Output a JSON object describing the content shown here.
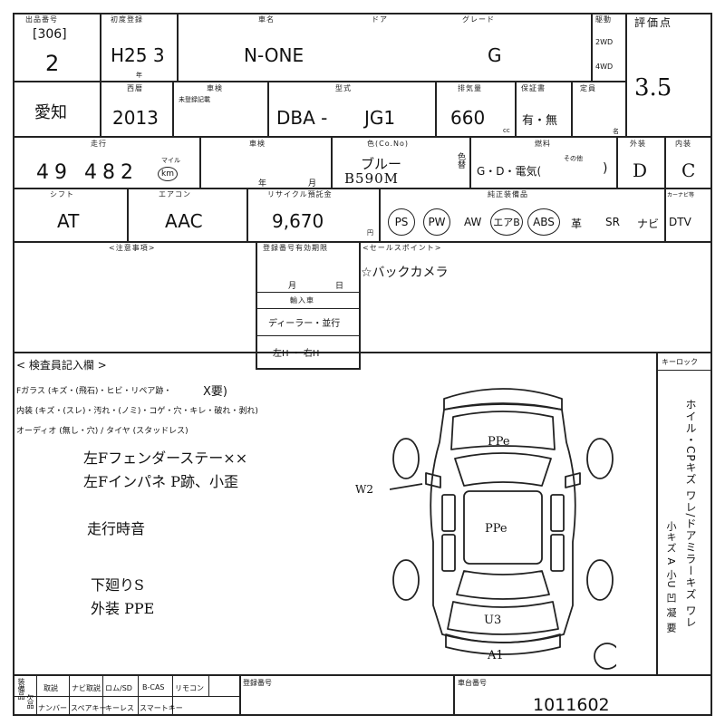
{
  "header": {
    "lane_label": "出品番号",
    "lane_code": "[306]",
    "lot_no": "2",
    "first_reg_label": "初度登録",
    "first_reg": "H25 3",
    "month_unit": "年",
    "car_name_label": "車名",
    "car_name": "N-ONE",
    "door_label": "ドア",
    "grade_label": "グレード",
    "grade": "G",
    "drive_label": "駆動",
    "drive_2wd": "2WD",
    "drive_4wd": "4WD",
    "score_label": "評価点",
    "score": "3.5"
  },
  "row2": {
    "region": "愛知",
    "year_label": "西暦",
    "year": "2013",
    "inspection_label": "車検",
    "inspection_note": "未登録記載",
    "model_label": "型式",
    "model_prefix": "DBA -",
    "model_code": "JG1",
    "displacement_label": "排気量",
    "displacement": "660",
    "cc_unit": "cc",
    "record_label": "保証書",
    "record": "有・無",
    "capacity_label": "定員",
    "capacity_unit": "名"
  },
  "row3": {
    "mileage_label": "走行",
    "mileage": "49 482",
    "mileage_unit_top": "マイル",
    "mileage_unit": "km",
    "inspection_date_label": "車検",
    "year_unit": "年",
    "month_unit": "月",
    "color_label": "色(Co.No)",
    "color": "ブルー",
    "color_code": "B590M",
    "color_change_label": "色替",
    "fuel_label": "燃料",
    "fuel_options": "G・D・電気(",
    "fuel_other_label": "その他",
    "fuel_close": ")",
    "exterior_label": "外装",
    "exterior_grade": "D",
    "interior_label": "内装",
    "interior_grade": "C"
  },
  "row4": {
    "shift_label": "シフト",
    "shift": "AT",
    "aircon_label": "エアコン",
    "aircon": "AAC",
    "recycle_label": "リサイクル預託金",
    "recycle": "9,670",
    "yen_unit": "円",
    "equipment_label": "純正装備品",
    "equipment": [
      "PS",
      "PW",
      "AW",
      "エアB",
      "ABS",
      "革",
      "SR",
      "ナビ",
      "DTV"
    ],
    "key_label": "カーナビ等"
  },
  "notes": {
    "notes_label": "<注意事項>",
    "inspection_expiry_label": "登録番号有効期限",
    "month": "月",
    "day": "日",
    "import_label": "輸入車",
    "dealer_label": "ディーラー・並行",
    "handle_label": "左H ・ 右H",
    "sales_label": "<セールスポイント>",
    "sales_point": "☆バックカメラ"
  },
  "inspector": {
    "title": "< 検査員記入欄 >",
    "glass_line": "Fガラス (キズ・(飛石)・ヒビ・リペア跡・",
    "glass_mark": "X要)",
    "interior_line": "内装 (キズ・(スレ)・汚れ・(ノミ)・コゲ・穴・キレ・破れ・剥れ)",
    "audio_line": "オーディオ (無し・穴) / タイヤ (スタッドレス)",
    "hand_notes": [
      "左Fフェンダーステー××",
      "左Fインパネ P跡、小歪",
      "走行時音",
      "下廻りS",
      "外装 PPE"
    ],
    "diagram_marks": [
      "PPe",
      "PPe",
      "W2",
      "U3",
      "A1"
    ],
    "key_lock_label": "キーロック",
    "legend_vertical": "ホイル・CPキズ ワレ/ドアミラーキズ ワレ",
    "legend_small": "小キズ A 小U 凹 凝 要"
  },
  "footer": {
    "row_label": "装備品",
    "row_label2": "欠品",
    "row1": [
      "取説",
      "ナビ取説",
      "ロム/SD",
      "B-CAS",
      "リモコン"
    ],
    "row2": [
      "ナンバー",
      "スペアキー",
      "キーレス",
      "スマートキー"
    ],
    "reg_no_label": "登録番号",
    "chassis_label": "車台番号",
    "chassis_no": "1011602"
  }
}
